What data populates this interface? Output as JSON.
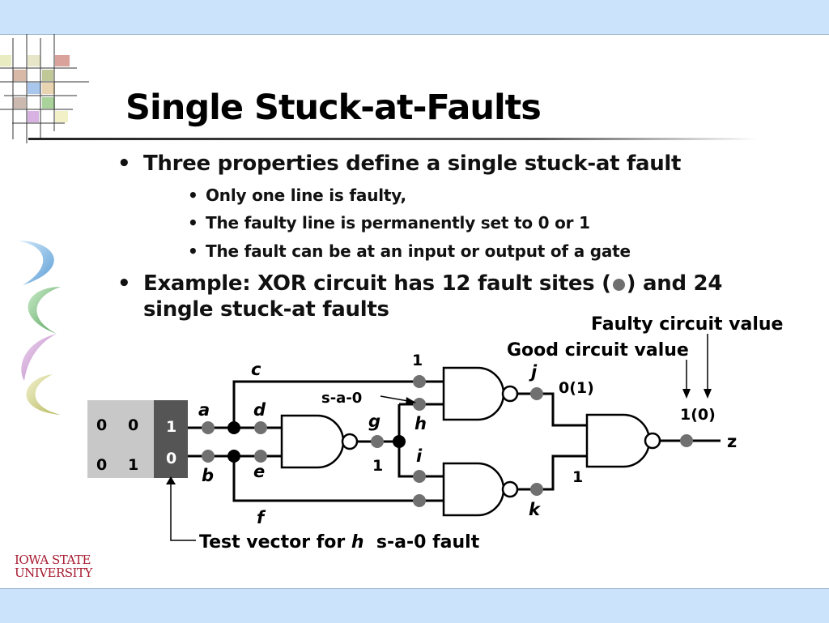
{
  "slide": {
    "title": "Single Stuck-at-Faults",
    "bullets": {
      "main1": "Three properties define a single stuck-at fault",
      "sub1": "Only one line is faulty,",
      "sub2": "The faulty line is permanently set to 0 or 1",
      "sub3": "The fault can be at an input or output of a gate",
      "main2_part1": "Example: XOR circuit has 12 fault sites (",
      "main2_part2": ") and 24",
      "main2_line2": "single stuck-at faults"
    }
  },
  "circuit": {
    "annotations": {
      "faulty_label": "Faulty circuit value",
      "good_label": "Good circuit value",
      "saz": "s-a-0",
      "test_vector_caption_pre": "Test vector for ",
      "test_vector_caption_h": "h",
      "test_vector_caption_post": "  s-a-0 fault"
    },
    "lines": {
      "a": "a",
      "b": "b",
      "c": "c",
      "d": "d",
      "e": "e",
      "f": "f",
      "g": "g",
      "h": "h",
      "i": "i",
      "j": "j",
      "k": "k",
      "z": "z"
    },
    "values": {
      "top_input": "1",
      "g_value": "1",
      "j_value": "0(1)",
      "k_value": "1",
      "z_value": "1(0)"
    },
    "test_table": {
      "rows": [
        [
          "0",
          "0"
        ],
        [
          "0",
          "1"
        ]
      ],
      "selected": [
        "1",
        "0"
      ]
    }
  },
  "logo": {
    "line1": "IOWA STATE",
    "line2": "UNIVERSITY"
  },
  "colors": {
    "band": "#cce4fb",
    "fault_site": "#707070",
    "junction": "#000000",
    "table_light": "#c8c8c8",
    "table_dark": "#555555",
    "logo_red": "#a6192e"
  }
}
